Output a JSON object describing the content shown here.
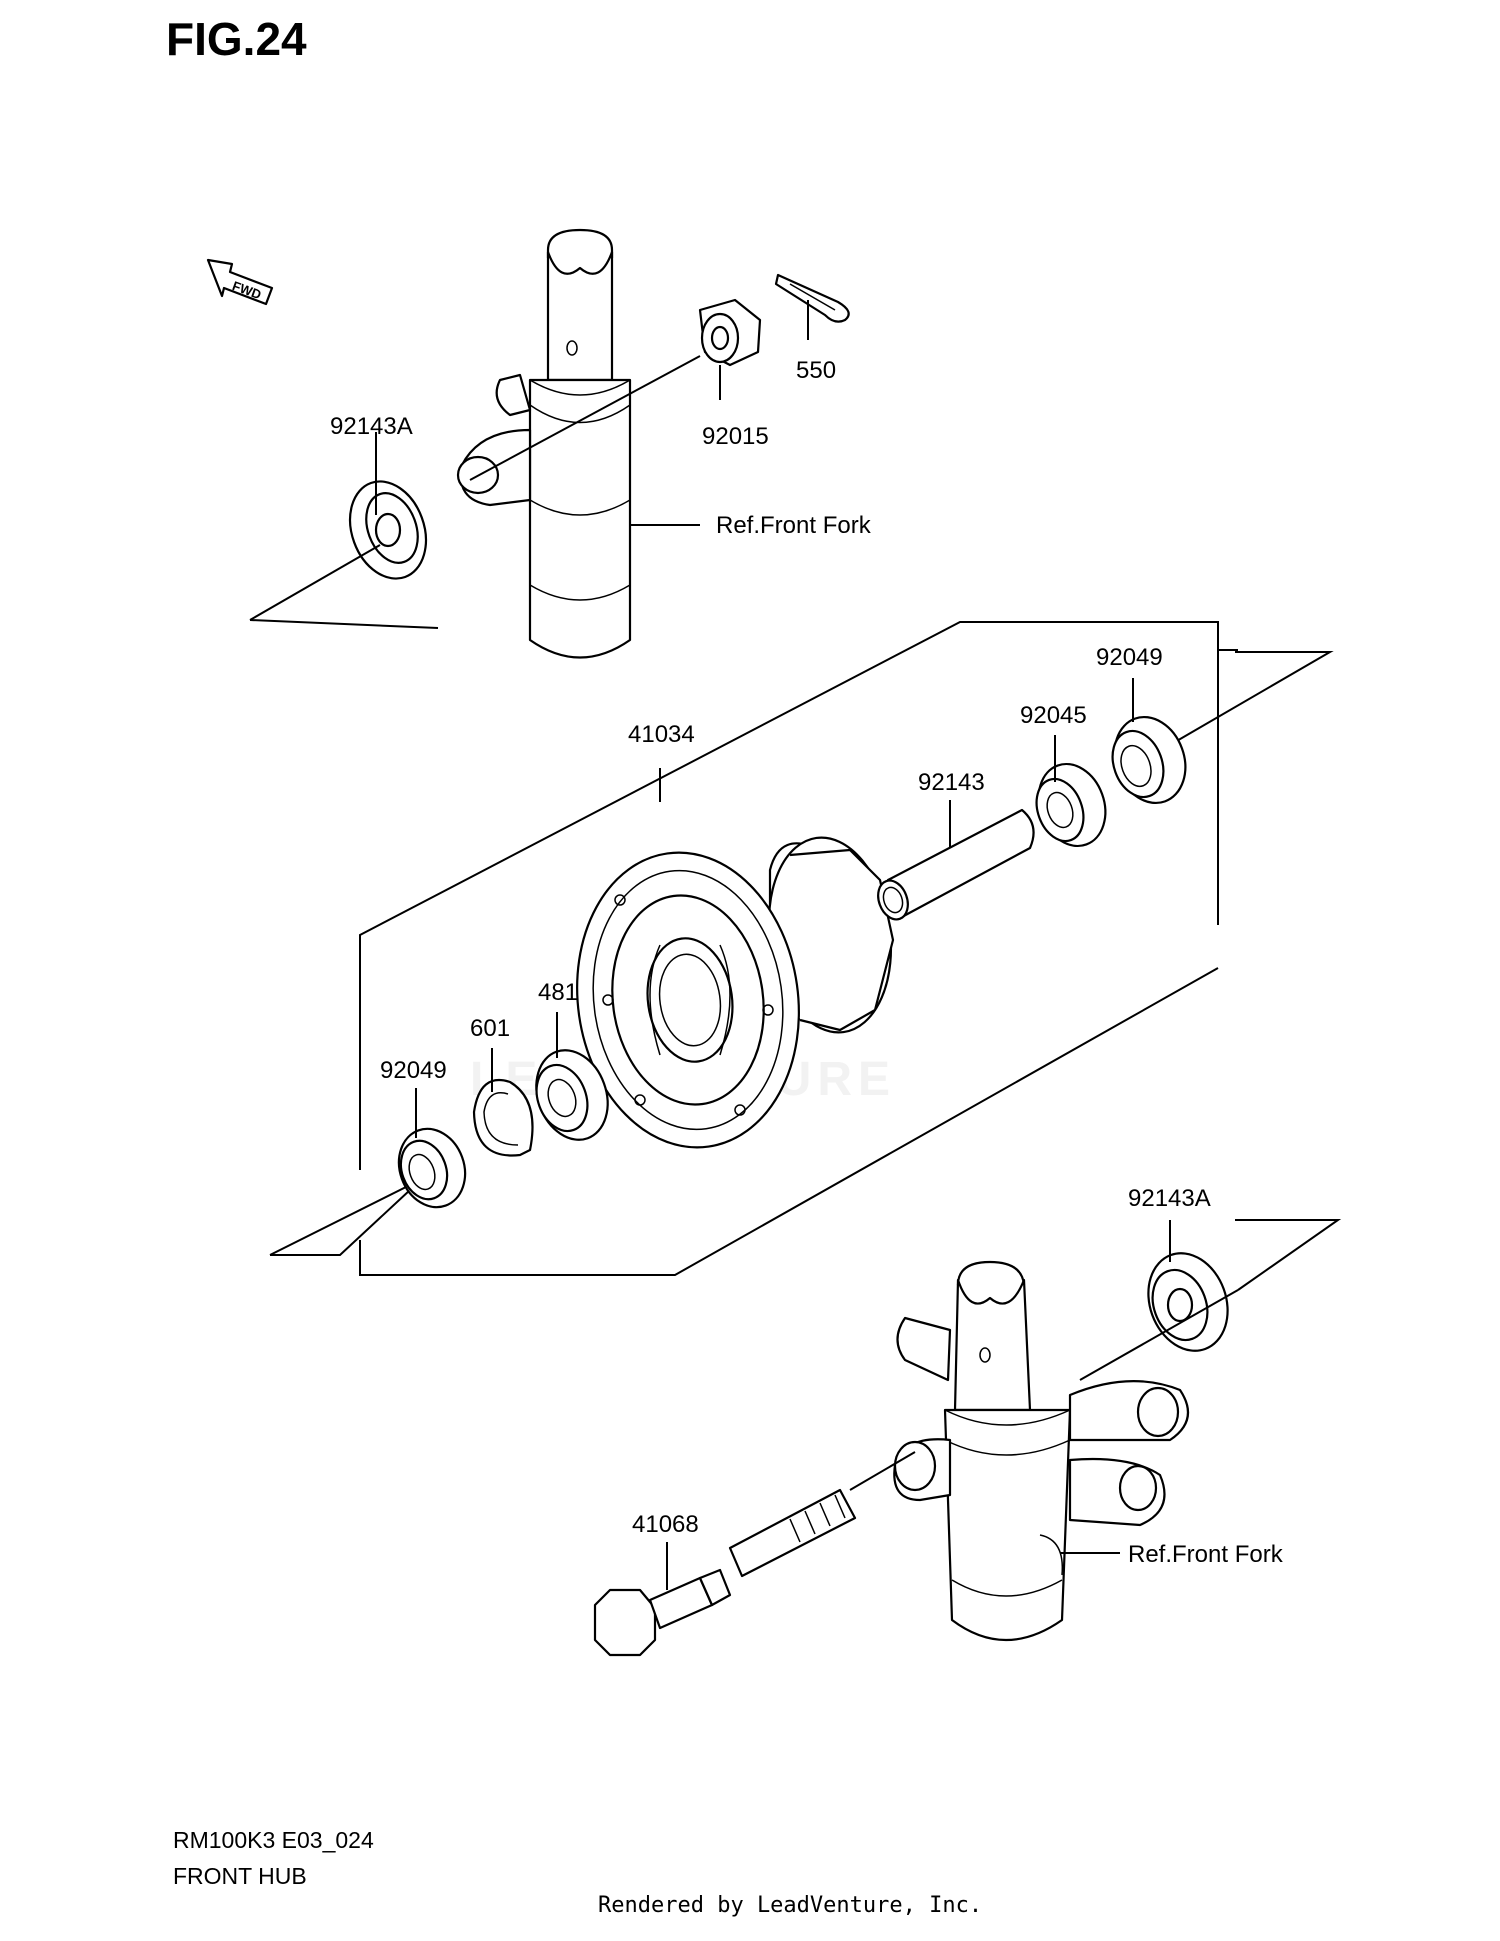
{
  "figure_title": "FIG.24",
  "fwd_label": "FWD",
  "watermark": "LEADVENTURE",
  "parts": {
    "p92143A_top": "92143A",
    "p92015": "92015",
    "p550": "550",
    "ref_fork_top": "Ref.Front Fork",
    "p41034": "41034",
    "p92049_right": "92049",
    "p92045": "92045",
    "p92143": "92143",
    "p481": "481",
    "p601": "601",
    "p92049_left": "92049",
    "p92143A_bottom": "92143A",
    "p41068": "41068",
    "ref_fork_bottom": "Ref.Front Fork"
  },
  "footer": {
    "code": "RM100K3 E03_024",
    "name": "FRONT HUB",
    "rendered_by": "Rendered by LeadVenture, Inc."
  }
}
